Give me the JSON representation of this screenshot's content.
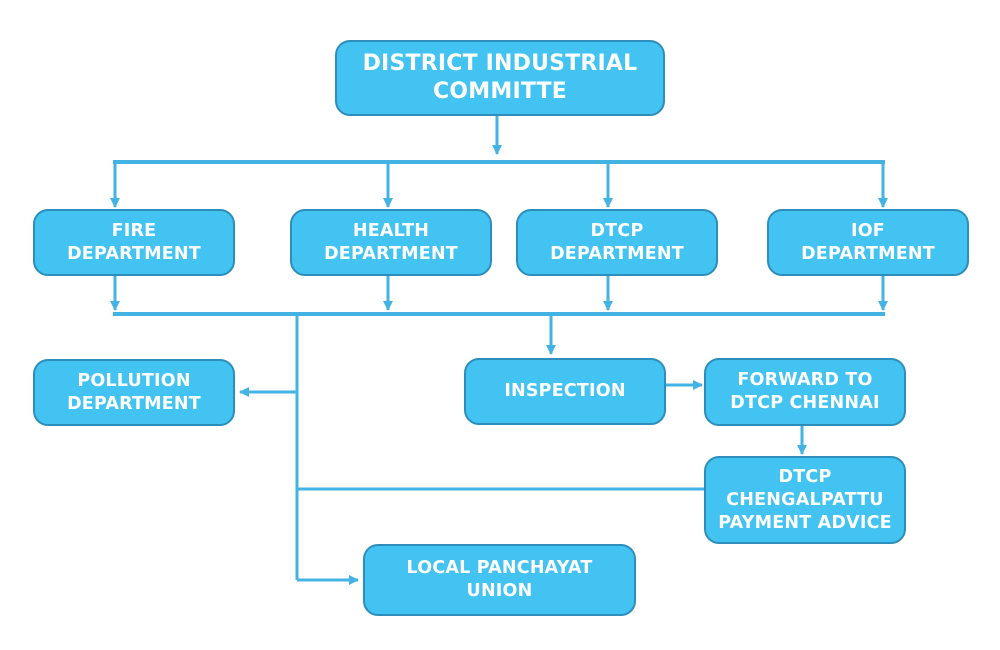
{
  "nodes": {
    "district_committee": {
      "lines": [
        "DISTRICT INDUSTRIAL",
        "COMMITTE"
      ]
    },
    "fire": {
      "lines": [
        "FIRE",
        "DEPARTMENT"
      ]
    },
    "health": {
      "lines": [
        "HEALTH",
        "DEPARTMENT"
      ]
    },
    "dtcp": {
      "lines": [
        "DTCP",
        "DEPARTMENT"
      ]
    },
    "iof": {
      "lines": [
        "IOF",
        "DEPARTMENT"
      ]
    },
    "pollution": {
      "lines": [
        "POLLUTION",
        "DEPARTMENT"
      ]
    },
    "inspection": {
      "lines": [
        "INSPECTION"
      ]
    },
    "forward": {
      "lines": [
        "FORWARD TO",
        "DTCP CHENNAI"
      ]
    },
    "chengalpattu": {
      "lines": [
        "DTCP",
        "CHENGALPATTU",
        "PAYMENT ADVICE"
      ]
    },
    "panchayat": {
      "lines": [
        "LOCAL PANCHAYAT",
        "UNION"
      ]
    }
  },
  "colors": {
    "node_fill": "#42c3f2",
    "node_border": "#2d8ebc",
    "connector": "#42b3e3",
    "text": "#ffffff"
  }
}
